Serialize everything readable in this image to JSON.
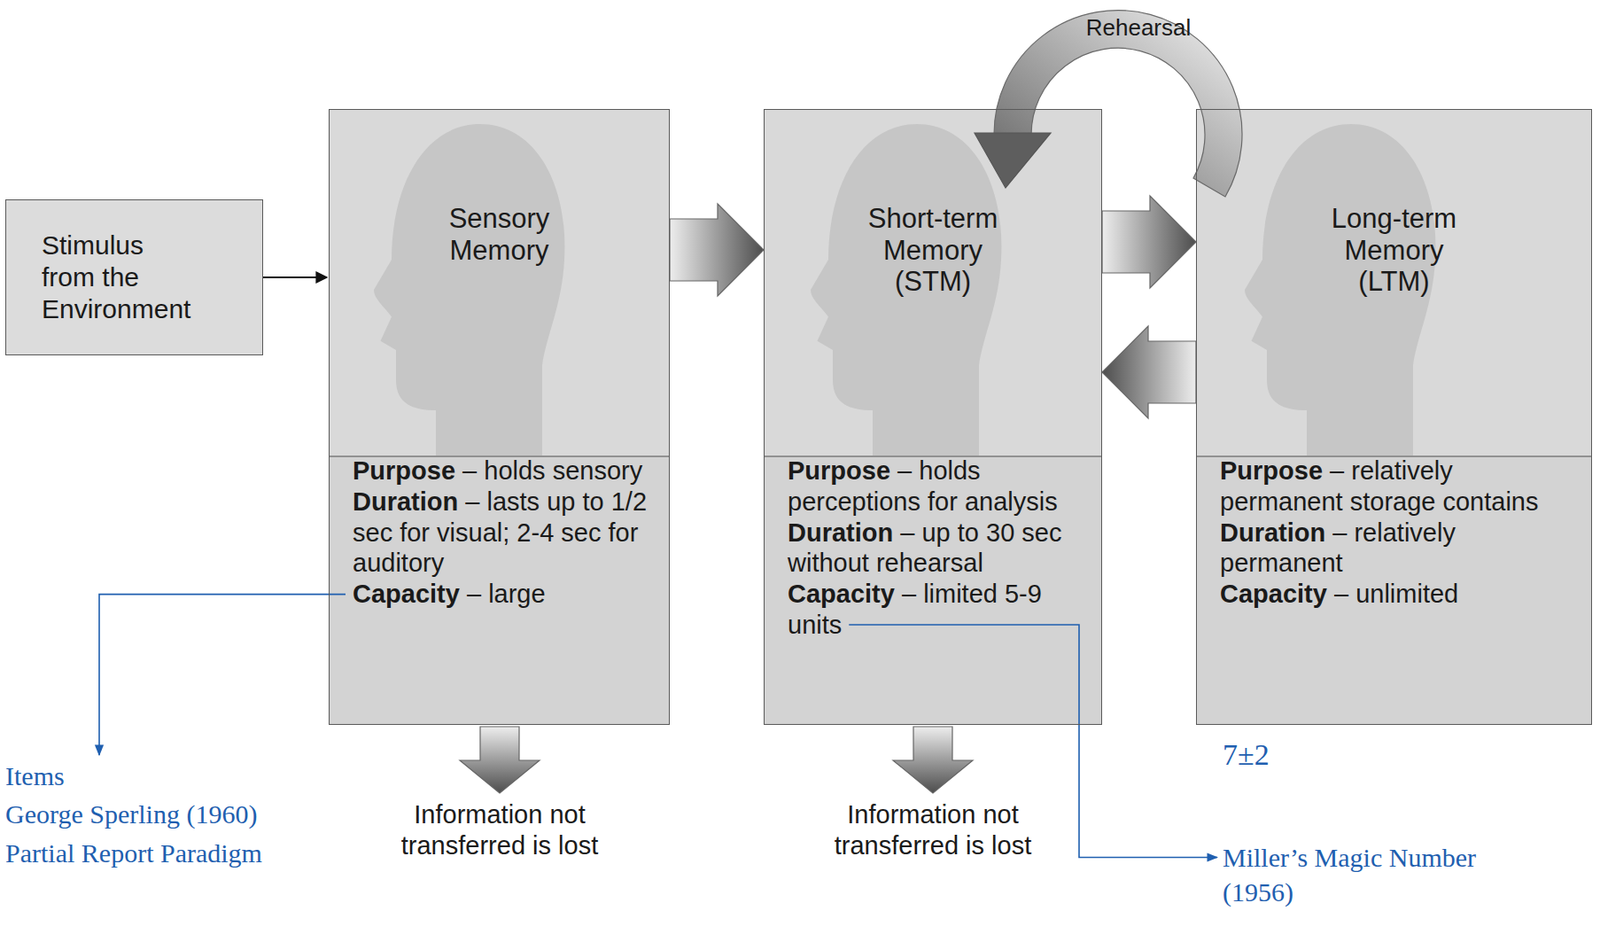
{
  "diagram": {
    "nodes": [
      {
        "text": [
          "Stimulus from the Environment"
        ]
      },
      {
        "text": [
          "Sensory Memory",
          "Purpose – holds sensory",
          "Duration – lasts up to 1/2 sec for visual; 2-4 sec for auditory",
          "Capacity – large"
        ]
      },
      {
        "text": [
          "Short-term Memory (STM)",
          "Purpose – holds perceptions for analysis",
          "Duration – up to 30 sec without rehearsal",
          "Capacity – limited 5-9 units"
        ]
      },
      {
        "text": [
          "Long-term Memory (LTM)",
          "Purpose – relatively permanent storage contains",
          "Duration – relatively permanent",
          "Capacity – unlimited"
        ]
      }
    ],
    "edges": [
      {
        "from": 0,
        "to": 1,
        "arrow": "to"
      },
      {
        "from": 1,
        "to": 2,
        "arrow": "to"
      },
      {
        "from": 2,
        "to": 3,
        "arrow": "to"
      },
      {
        "from": 3,
        "to": 2,
        "arrow": "to"
      }
    ],
    "labels": [
      "Rehearsal",
      "Information not transferred is lost",
      "Information not transferred is lost",
      "Items",
      "George Sperling (1960)",
      "Partial Report Paradigm",
      "7±2",
      "Miller’s Magic Number (1956)"
    ]
  }
}
